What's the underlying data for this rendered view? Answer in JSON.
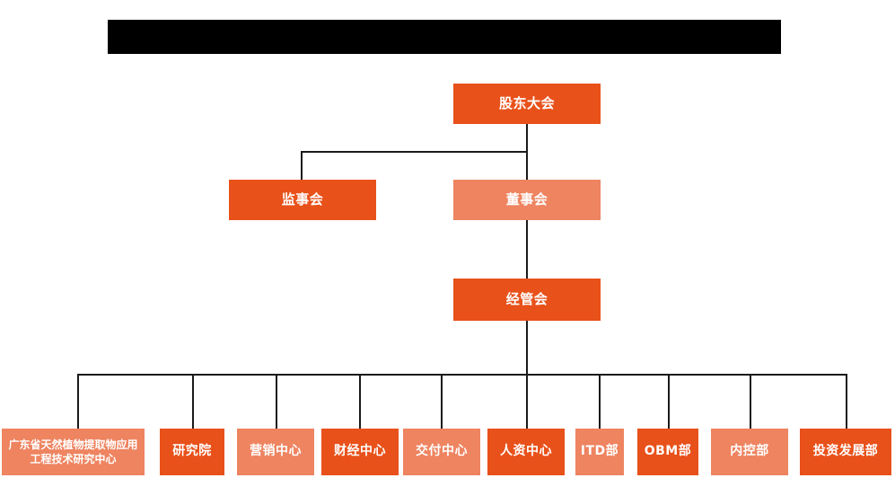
{
  "chart_data": {
    "type": "diagram",
    "subtype": "organization-chart",
    "title_redacted": true,
    "colors": {
      "dark_orange": "#e8511a",
      "light_salmon": "#ee8460",
      "connector": "#1a1a1a",
      "text": "#ffffff",
      "background": "#ffffff",
      "redaction": "#000000"
    },
    "levels": [
      {
        "level": 1,
        "nodes": [
          "股东大会"
        ]
      },
      {
        "level": 2,
        "nodes": [
          "监事会",
          "董事会"
        ]
      },
      {
        "level": 3,
        "nodes": [
          "经管会"
        ]
      },
      {
        "level": 4,
        "nodes": [
          "广东省天然植物提取物应用工程技术研究中心",
          "研究院",
          "营销中心",
          "财经中心",
          "交付中心",
          "人资中心",
          "ITD部",
          "OBM部",
          "内控部",
          "投资发展部"
        ]
      }
    ],
    "edges": [
      {
        "from": "股东大会",
        "to": "监事会"
      },
      {
        "from": "股东大会",
        "to": "董事会"
      },
      {
        "from": "董事会",
        "to": "经管会"
      },
      {
        "from": "经管会",
        "to": "广东省天然植物提取物应用工程技术研究中心"
      },
      {
        "from": "经管会",
        "to": "研究院"
      },
      {
        "from": "经管会",
        "to": "营销中心"
      },
      {
        "from": "经管会",
        "to": "财经中心"
      },
      {
        "from": "经管会",
        "to": "交付中心"
      },
      {
        "from": "经管会",
        "to": "人资中心"
      },
      {
        "from": "经管会",
        "to": "ITD部"
      },
      {
        "from": "经管会",
        "to": "OBM部"
      },
      {
        "from": "经管会",
        "to": "内控部"
      },
      {
        "from": "经管会",
        "to": "投资发展部"
      }
    ]
  },
  "chart": {
    "shareholders_meeting": "股东大会",
    "board_of_supervisors": "监事会",
    "board_of_directors": "董事会",
    "management_committee": "经管会",
    "departments": [
      {
        "label": "广东省天然植物提取物应用工程技术研究中心",
        "tone": "light"
      },
      {
        "label": "研究院",
        "tone": "dark"
      },
      {
        "label": "营销中心",
        "tone": "light"
      },
      {
        "label": "财经中心",
        "tone": "dark"
      },
      {
        "label": "交付中心",
        "tone": "light"
      },
      {
        "label": "人资中心",
        "tone": "dark"
      },
      {
        "label": "ITD部",
        "tone": "light"
      },
      {
        "label": "OBM部",
        "tone": "dark"
      },
      {
        "label": "内控部",
        "tone": "light"
      },
      {
        "label": "投资发展部",
        "tone": "dark"
      }
    ]
  }
}
